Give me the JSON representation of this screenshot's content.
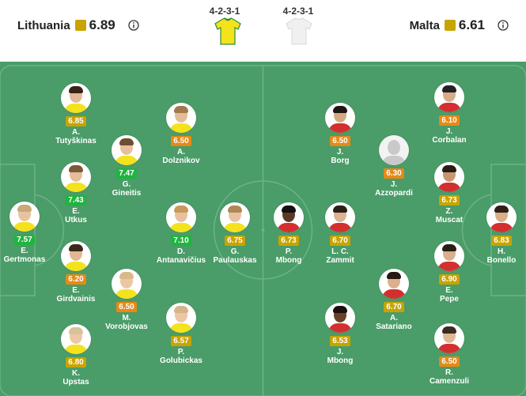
{
  "colors": {
    "pitch": "#4a9c68",
    "pitch_lines": "#6db384",
    "rating_green": "#1fb53e",
    "rating_yellow": "#c8a400",
    "rating_orange": "#e68a17",
    "lithuania_jersey": "#f4e21c",
    "lithuania_jersey_trim": "#2e8b3a",
    "malta_jersey": "#f0f0f0"
  },
  "home": {
    "name": "Lithuania",
    "rating": "6.89",
    "formation": "4-2-3-1",
    "players": [
      {
        "first": "E.",
        "last": "Gertmonas",
        "rating": "7.57",
        "tier": "green",
        "skin": "#e8c3a0",
        "hair": "#c9a87a",
        "kit": "#f4e21c"
      },
      {
        "first": "A.",
        "last": "Tutyškinas",
        "rating": "6.85",
        "tier": "yellow",
        "skin": "#e3b896",
        "hair": "#3a2418",
        "kit": "#f4e21c"
      },
      {
        "first": "E.",
        "last": "Utkus",
        "rating": "7.43",
        "tier": "green",
        "skin": "#e6bd9a",
        "hair": "#7a5a3a",
        "kit": "#f4e21c"
      },
      {
        "first": "E.",
        "last": "Girdvainis",
        "rating": "6.20",
        "tier": "orange",
        "skin": "#e2b794",
        "hair": "#3a2a1e",
        "kit": "#f4e21c"
      },
      {
        "first": "K.",
        "last": "Upstas",
        "rating": "6.80",
        "tier": "yellow",
        "skin": "#ecc7a6",
        "hair": "#d8c29a",
        "kit": "#f4e21c"
      },
      {
        "first": "G.",
        "last": "Gineitis",
        "rating": "7.47",
        "tier": "green",
        "skin": "#e7bf9d",
        "hair": "#6e4e32",
        "kit": "#f4e21c"
      },
      {
        "first": "M.",
        "last": "Vorobjovas",
        "rating": "6.50",
        "tier": "orange",
        "skin": "#edc7a5",
        "hair": "#d9b98a",
        "kit": "#f4e21c"
      },
      {
        "first": "A.",
        "last": "Dolznikov",
        "rating": "6.50",
        "tier": "orange",
        "skin": "#e5bb98",
        "hair": "#a07a4e",
        "kit": "#f4e21c"
      },
      {
        "first": "D.",
        "last": "Antanavičius",
        "rating": "7.10",
        "tier": "green",
        "skin": "#e9c09e",
        "hair": "#c89a5e",
        "kit": "#f4e21c"
      },
      {
        "first": "P.",
        "last": "Golubickas",
        "rating": "6.57",
        "tier": "yellow",
        "skin": "#ecc6a4",
        "hair": "#d4b488",
        "kit": "#f4e21c"
      },
      {
        "first": "G.",
        "last": "Paulauskas",
        "rating": "6.75",
        "tier": "yellow",
        "skin": "#e9c2a0",
        "hair": "#b08858",
        "kit": "#f4e21c"
      }
    ]
  },
  "away": {
    "name": "Malta",
    "rating": "6.61",
    "formation": "4-2-3-1",
    "players": [
      {
        "first": "H.",
        "last": "Bonello",
        "rating": "6.83",
        "tier": "yellow",
        "skin": "#d9ad88",
        "hair": "#2e2018",
        "kit": "#d32f2f"
      },
      {
        "first": "J.",
        "last": "Corbalan",
        "rating": "6.10",
        "tier": "orange",
        "skin": "#d8ab86",
        "hair": "#222222",
        "kit": "#d32f2f"
      },
      {
        "first": "Z.",
        "last": "Muscat",
        "rating": "6.73",
        "tier": "yellow",
        "skin": "#c99670",
        "hair": "#2a1c14",
        "kit": "#d32f2f"
      },
      {
        "first": "E.",
        "last": "Pepe",
        "rating": "6.90",
        "tier": "yellow",
        "skin": "#d9ae8a",
        "hair": "#2a1e16",
        "kit": "#d32f2f"
      },
      {
        "first": "R.",
        "last": "Camenzuli",
        "rating": "6.50",
        "tier": "orange",
        "skin": "#e0b896",
        "hair": "#3a2c20",
        "kit": "#d32f2f"
      },
      {
        "first": "J.",
        "last": "Azzopardi",
        "rating": "6.30",
        "tier": "orange",
        "placeholder": true
      },
      {
        "first": "A.",
        "last": "Satariano",
        "rating": "6.70",
        "tier": "yellow",
        "skin": "#dcb08c",
        "hair": "#241a12",
        "kit": "#d32f2f"
      },
      {
        "first": "J.",
        "last": "Borg",
        "rating": "6.50",
        "tier": "orange",
        "skin": "#d6a882",
        "hair": "#1e1610",
        "kit": "#d32f2f"
      },
      {
        "first": "L. C.",
        "last": "Zammit",
        "rating": "6.70",
        "tier": "yellow",
        "skin": "#dcb290",
        "hair": "#2a2018",
        "kit": "#d32f2f"
      },
      {
        "first": "J.",
        "last": "Mbong",
        "rating": "6.53",
        "tier": "yellow",
        "skin": "#6b4028",
        "hair": "#1a1010",
        "kit": "#d32f2f"
      },
      {
        "first": "P.",
        "last": "Mbong",
        "rating": "6.73",
        "tier": "yellow",
        "skin": "#5e3826",
        "hair": "#141010",
        "kit": "#d32f2f"
      }
    ]
  }
}
